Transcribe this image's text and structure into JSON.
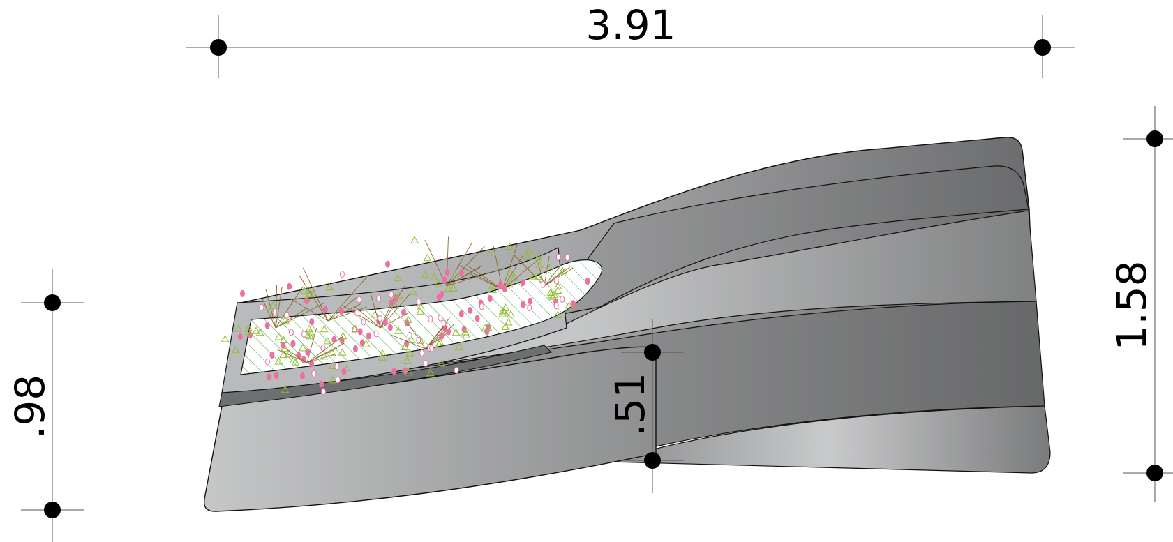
{
  "dimensions": {
    "overall_width": "3.91",
    "overall_height": "1.58",
    "left_height": ".98",
    "middle_height": ".51"
  },
  "colors": {
    "body_light": "#c8c9ca",
    "body_dark": "#6d6e70",
    "planting_hatch": "#3aa63a",
    "flower_pink": "#ee6fa0",
    "branch_brown": "#8a6a2a",
    "leaf_green": "#8fbf2f"
  },
  "icons": {
    "dimension_endpoint": "filled-circle-marker",
    "planting": "flowering-shrub"
  }
}
